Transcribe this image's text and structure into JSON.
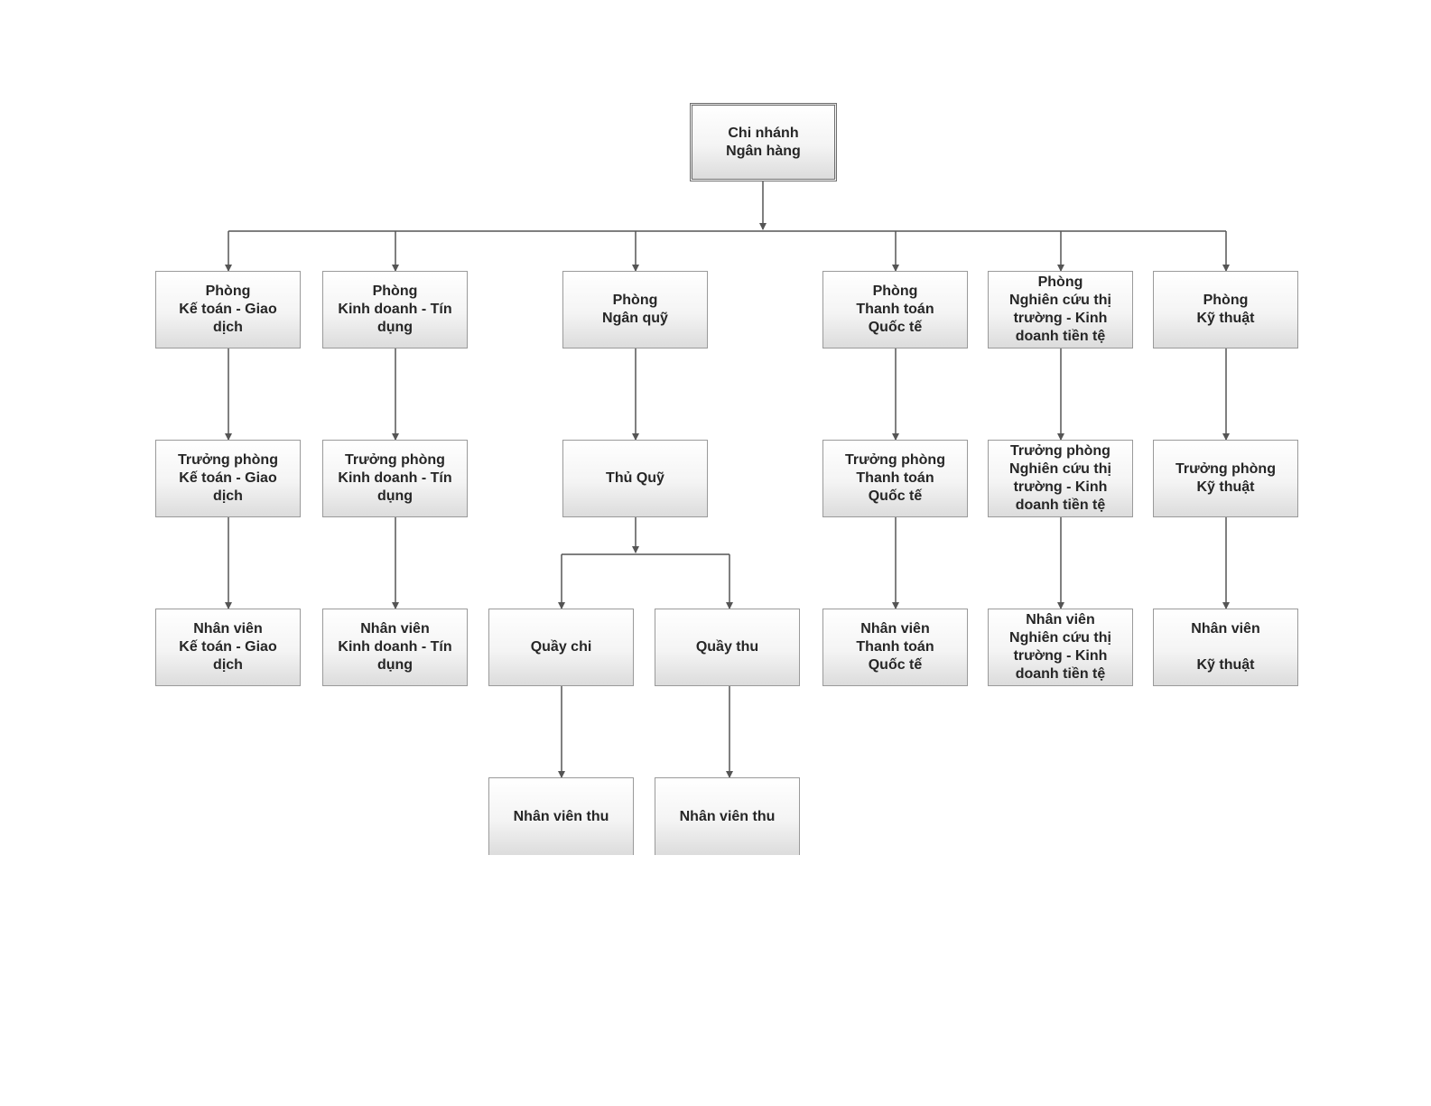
{
  "org_chart": {
    "root": "Chi nhánh\nNgân hàng",
    "departments": [
      {
        "label": "Phòng\nKế toán - Giao\ndịch",
        "head": "Trưởng phòng\nKế toán - Giao\ndịch",
        "staff": "Nhân viên\nKế toán - Giao\ndịch"
      },
      {
        "label": "Phòng\nKinh doanh - Tín\ndụng",
        "head": "Trưởng phòng\nKinh doanh - Tín\ndụng",
        "staff": "Nhân viên\nKinh doanh - Tín\ndụng"
      },
      {
        "label": "Phòng\nNgân quỹ",
        "head": "Thủ Quỹ",
        "counters": [
          {
            "label": "Quầy chi",
            "staff": "Nhân viên thu"
          },
          {
            "label": "Quầy thu",
            "staff": "Nhân viên thu"
          }
        ]
      },
      {
        "label": "Phòng\nThanh toán\nQuốc tế",
        "head": "Trưởng phòng\nThanh toán\nQuốc tế",
        "staff": "Nhân viên\nThanh toán\nQuốc tế"
      },
      {
        "label": "Phòng\nNghiên cứu thị\ntrường - Kinh\ndoanh tiền tệ",
        "head": "Trưởng phòng\nNghiên cứu thị\ntrường - Kinh\ndoanh tiền tệ",
        "staff": "Nhân viên\nNghiên cứu thị\ntrường - Kinh\ndoanh tiền tệ"
      },
      {
        "label": "Phòng\nKỹ thuật",
        "head": "Trưởng phòng\nKỹ thuật",
        "staff": "Nhân viên\n\nKỹ thuật"
      }
    ]
  },
  "colors": {
    "line": "#555555",
    "box_border": "#9a9a9a"
  }
}
